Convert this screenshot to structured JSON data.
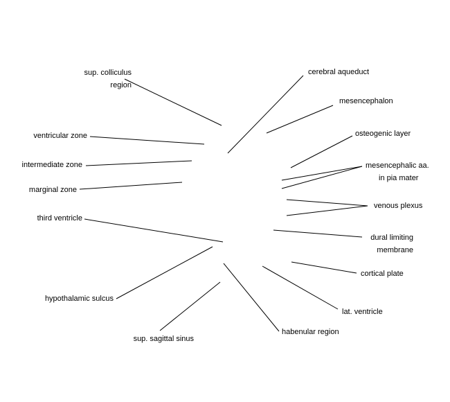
{
  "labels": {
    "sup_colliculus": [
      "sup. colliculus",
      "region"
    ],
    "ventricular_zone": "ventricular zone",
    "intermediate_zone": "intermediate zone",
    "marginal_zone": "marginal zone",
    "third_ventricle": "third ventricle",
    "hypothalamic_sulcus": "hypothalamic sulcus",
    "sup_sagittal_sinus": "sup. sagittal sinus",
    "habenular_region": "habenular region",
    "lat_ventricle": "lat. ventricle",
    "cortical_plate": "cortical plate",
    "dural_limiting_membrane": [
      "dural limiting",
      "membrane"
    ],
    "venous_plexus": "venous plexus",
    "mesencephalic_aa": [
      "mesencephalic aa.",
      "in pia mater"
    ],
    "osteogenic_layer": "osteogenic layer",
    "mesencephalon": "mesencephalon",
    "cerebral_aqueduct": "cerebral aqueduct"
  },
  "colors": {
    "line": "#000000",
    "text": "#000000",
    "background": "#ffffff"
  }
}
